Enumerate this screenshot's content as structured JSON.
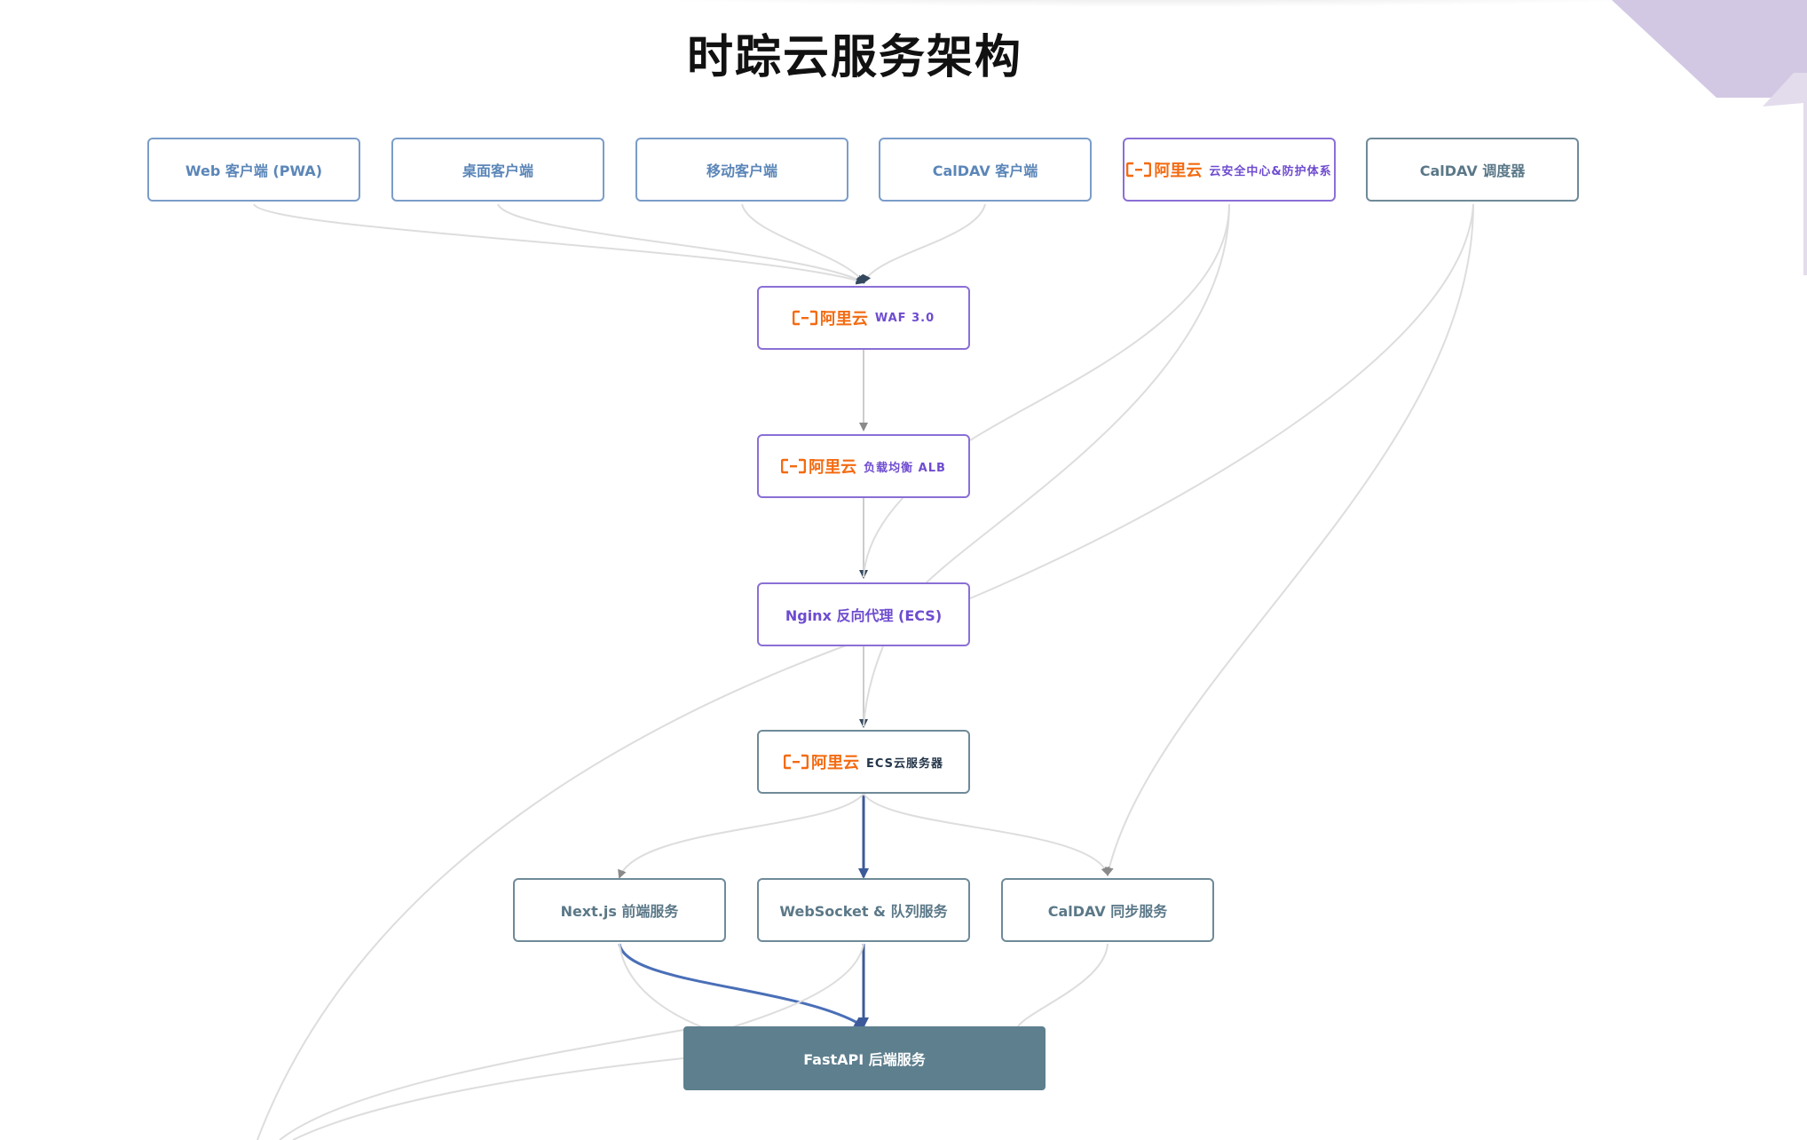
{
  "title": "时踪云服务架构",
  "aliyun_brand": "阿里云",
  "nodes": {
    "web_client": "Web 客户端 (PWA)",
    "desktop_client": "桌面客户端",
    "mobile_client": "移动客户端",
    "caldav_client": "CalDAV 客户端",
    "security_center": "云安全中心&防护体系",
    "caldav_scheduler": "CalDAV 调度器",
    "waf": "WAF 3.0",
    "alb": "负载均衡 ALB",
    "nginx": "Nginx 反向代理 (ECS)",
    "ecs": "ECS云服务器",
    "nextjs": "Next.js 前端服务",
    "websocket": "WebSocket & 队列服务",
    "caldav_sync": "CalDAV 同步服务",
    "fastapi": "FastAPI 后端服务"
  },
  "colors": {
    "aliyun_orange": "#f36b12",
    "client_border": "#7a9dc9",
    "aliyun_node_border": "#8b6fd6",
    "service_border": "#6f8a98",
    "fastapi_fill": "#5e7f8e",
    "edge_light": "#dddddd",
    "edge_highlight": "#4a6fb7",
    "decor_purple": "#d2c8e4"
  },
  "icons": [
    "aliyun-logo-icon",
    "arrowhead-icon"
  ]
}
